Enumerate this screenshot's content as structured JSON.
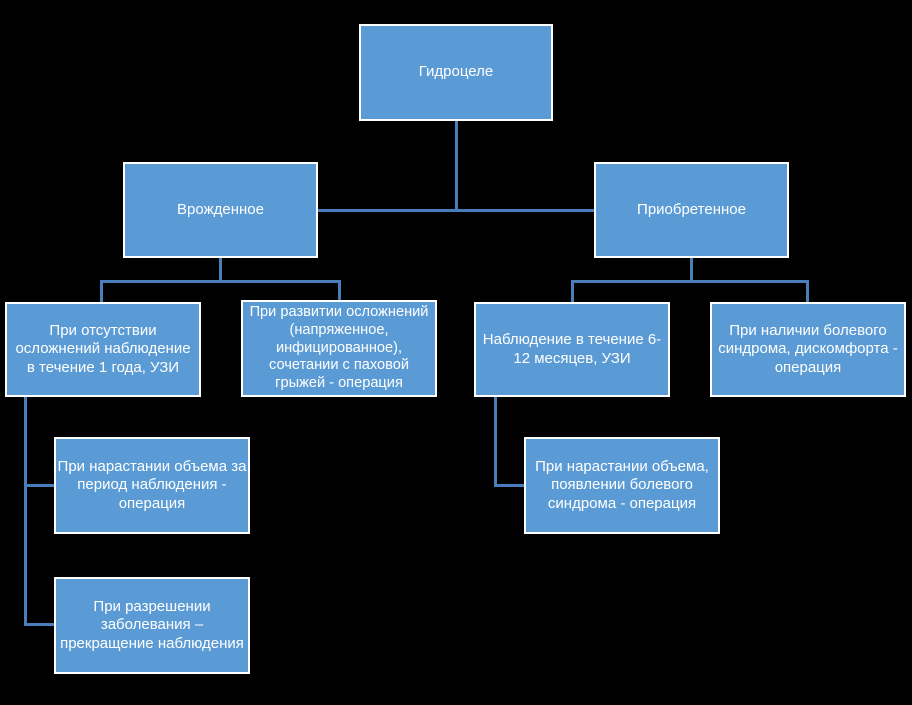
{
  "colors": {
    "background": "#000000",
    "node_fill": "#5B9BD5",
    "node_border": "#FFFFFF",
    "connector": "#4A7EBB",
    "text": "#FFFFFF"
  },
  "diagram": {
    "type": "hierarchy-flowchart",
    "nodes": {
      "root": {
        "label": "Гидроцеле"
      },
      "congenital": {
        "label": "Врожденное"
      },
      "acquired": {
        "label": "Приобретенное"
      },
      "congenital_no_complications": {
        "label": "При отсутствии\nосложнений наблюдение\nв течение 1 года, УЗИ"
      },
      "congenital_complications": {
        "label": "При развитии осложнений\n(напряженное,\nинфицированное),\nсочетании с паховой\nгрыжей - операция"
      },
      "acquired_observation": {
        "label": "Наблюдение в течение 6-\n12 месяцев, УЗИ"
      },
      "acquired_pain": {
        "label": "При наличии болевого\nсиндрома, дискомфорта -\nоперация"
      },
      "congenital_volume_increase": {
        "label": "При нарастании объема за\nпериод наблюдения -\nоперация"
      },
      "congenital_resolution": {
        "label": "При разрешении\nзаболевания –\nпрекращение наблюдения"
      },
      "acquired_volume_increase": {
        "label": "При нарастании объема,\nпоявлении болевого\nсиндрома - операция"
      }
    },
    "edges": [
      {
        "from": "root",
        "to": "congenital"
      },
      {
        "from": "root",
        "to": "acquired"
      },
      {
        "from": "congenital",
        "to": "congenital_no_complications"
      },
      {
        "from": "congenital",
        "to": "congenital_complications"
      },
      {
        "from": "acquired",
        "to": "acquired_observation"
      },
      {
        "from": "acquired",
        "to": "acquired_pain"
      },
      {
        "from": "congenital_no_complications",
        "to": "congenital_volume_increase"
      },
      {
        "from": "congenital_no_complications",
        "to": "congenital_resolution"
      },
      {
        "from": "acquired_observation",
        "to": "acquired_volume_increase"
      }
    ]
  }
}
